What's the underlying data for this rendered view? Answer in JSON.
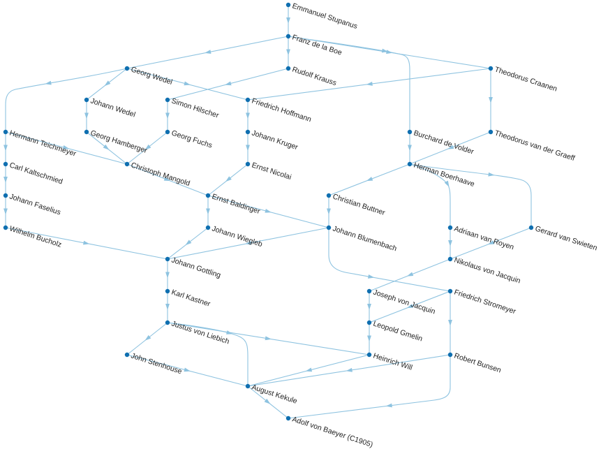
{
  "graph": {
    "nodes": [
      {
        "id": "stupanus",
        "label": "Emmanuel Stupanus"
      },
      {
        "id": "deleboe",
        "label": "Franz de la Boe"
      },
      {
        "id": "wedel_g",
        "label": "Georg Wedel"
      },
      {
        "id": "krauss",
        "label": "Rudolf Krauss"
      },
      {
        "id": "craanen",
        "label": "Theodorus Craanen"
      },
      {
        "id": "wedel_j",
        "label": "Johann Wedel"
      },
      {
        "id": "hilscher",
        "label": "Simon Hilscher"
      },
      {
        "id": "hoffmann",
        "label": "Friedrich Hoffmann"
      },
      {
        "id": "teichmeyer",
        "label": "Hermann Teichmeyer"
      },
      {
        "id": "hamberger",
        "label": "Georg Hamberger"
      },
      {
        "id": "fuchs",
        "label": "Georg Fuchs"
      },
      {
        "id": "kruger",
        "label": "Johann Kruger"
      },
      {
        "id": "volder",
        "label": "Burchard de Volder"
      },
      {
        "id": "graeff",
        "label": "Theodorus van der Graeff"
      },
      {
        "id": "kaltschmied",
        "label": "Carl Kaltschmied"
      },
      {
        "id": "mangold",
        "label": "Christoph Mangold"
      },
      {
        "id": "nicolai",
        "label": "Ernst Nicolai"
      },
      {
        "id": "boerhaave",
        "label": "Herman Boerhaave"
      },
      {
        "id": "faselius",
        "label": "Johann Faselius"
      },
      {
        "id": "baldinger",
        "label": "Ernst Baldinger"
      },
      {
        "id": "buttner",
        "label": "Christian Buttner"
      },
      {
        "id": "bucholz",
        "label": "Wilhelm Bucholz"
      },
      {
        "id": "wiegleb",
        "label": "Johann Wiegleb"
      },
      {
        "id": "blumenbach",
        "label": "Johann Blumenbach"
      },
      {
        "id": "royen",
        "label": "Adriaan van Royen"
      },
      {
        "id": "swieten",
        "label": "Gerard van Swieten"
      },
      {
        "id": "gottling",
        "label": "Johann Gottling"
      },
      {
        "id": "jacquin_n",
        "label": "Nikolaus von Jacquin"
      },
      {
        "id": "kastner",
        "label": "Karl Kastner"
      },
      {
        "id": "jacquin_j",
        "label": "Joseph von Jacquin"
      },
      {
        "id": "stromeyer",
        "label": "Friedrich Stromeyer"
      },
      {
        "id": "liebig",
        "label": "Justus von Liebich"
      },
      {
        "id": "gmelin",
        "label": "Leopold Gmelin"
      },
      {
        "id": "stenhouse",
        "label": "John Stenhouse"
      },
      {
        "id": "will",
        "label": "Heinrich Will"
      },
      {
        "id": "bunsen",
        "label": "Robert Bunsen"
      },
      {
        "id": "kekule",
        "label": "August Kekule"
      },
      {
        "id": "baeyer",
        "label": "Adolf von Baeyer (C1905)"
      }
    ],
    "edges": [
      [
        "stupanus",
        "deleboe"
      ],
      [
        "deleboe",
        "wedel_g"
      ],
      [
        "deleboe",
        "krauss"
      ],
      [
        "deleboe",
        "craanen"
      ],
      [
        "deleboe",
        "volder"
      ],
      [
        "wedel_g",
        "wedel_j"
      ],
      [
        "wedel_g",
        "teichmeyer"
      ],
      [
        "wedel_g",
        "hoffmann"
      ],
      [
        "krauss",
        "hilscher"
      ],
      [
        "craanen",
        "hoffmann"
      ],
      [
        "craanen",
        "graeff"
      ],
      [
        "wedel_j",
        "hamberger"
      ],
      [
        "hilscher",
        "fuchs"
      ],
      [
        "hoffmann",
        "kruger"
      ],
      [
        "kruger",
        "nicolai"
      ],
      [
        "fuchs",
        "mangold"
      ],
      [
        "hamberger",
        "mangold"
      ],
      [
        "teichmeyer",
        "mangold"
      ],
      [
        "teichmeyer",
        "kaltschmied"
      ],
      [
        "kaltschmied",
        "faselius"
      ],
      [
        "faselius",
        "bucholz"
      ],
      [
        "graeff",
        "boerhaave"
      ],
      [
        "volder",
        "boerhaave"
      ],
      [
        "mangold",
        "baldinger"
      ],
      [
        "nicolai",
        "baldinger"
      ],
      [
        "baldinger",
        "wiegleb"
      ],
      [
        "baldinger",
        "blumenbach"
      ],
      [
        "boerhaave",
        "buttner"
      ],
      [
        "boerhaave",
        "royen"
      ],
      [
        "boerhaave",
        "swieten"
      ],
      [
        "buttner",
        "blumenbach"
      ],
      [
        "royen",
        "jacquin_n"
      ],
      [
        "swieten",
        "jacquin_n"
      ],
      [
        "wiegleb",
        "gottling"
      ],
      [
        "bucholz",
        "gottling"
      ],
      [
        "blumenbach",
        "gottling"
      ],
      [
        "blumenbach",
        "stromeyer"
      ],
      [
        "gottling",
        "kastner"
      ],
      [
        "kastner",
        "liebig"
      ],
      [
        "jacquin_n",
        "jacquin_j"
      ],
      [
        "jacquin_j",
        "gmelin"
      ],
      [
        "stromeyer",
        "gmelin"
      ],
      [
        "stromeyer",
        "bunsen"
      ],
      [
        "gmelin",
        "will"
      ],
      [
        "liebig",
        "will"
      ],
      [
        "liebig",
        "stenhouse"
      ],
      [
        "liebig",
        "kekule"
      ],
      [
        "stenhouse",
        "kekule"
      ],
      [
        "will",
        "kekule"
      ],
      [
        "bunsen",
        "kekule"
      ],
      [
        "bunsen",
        "baeyer"
      ],
      [
        "kekule",
        "baeyer"
      ]
    ]
  },
  "colors": {
    "node": "#0f6fb0",
    "edge": "#8ec3e0",
    "label": "#222222"
  }
}
